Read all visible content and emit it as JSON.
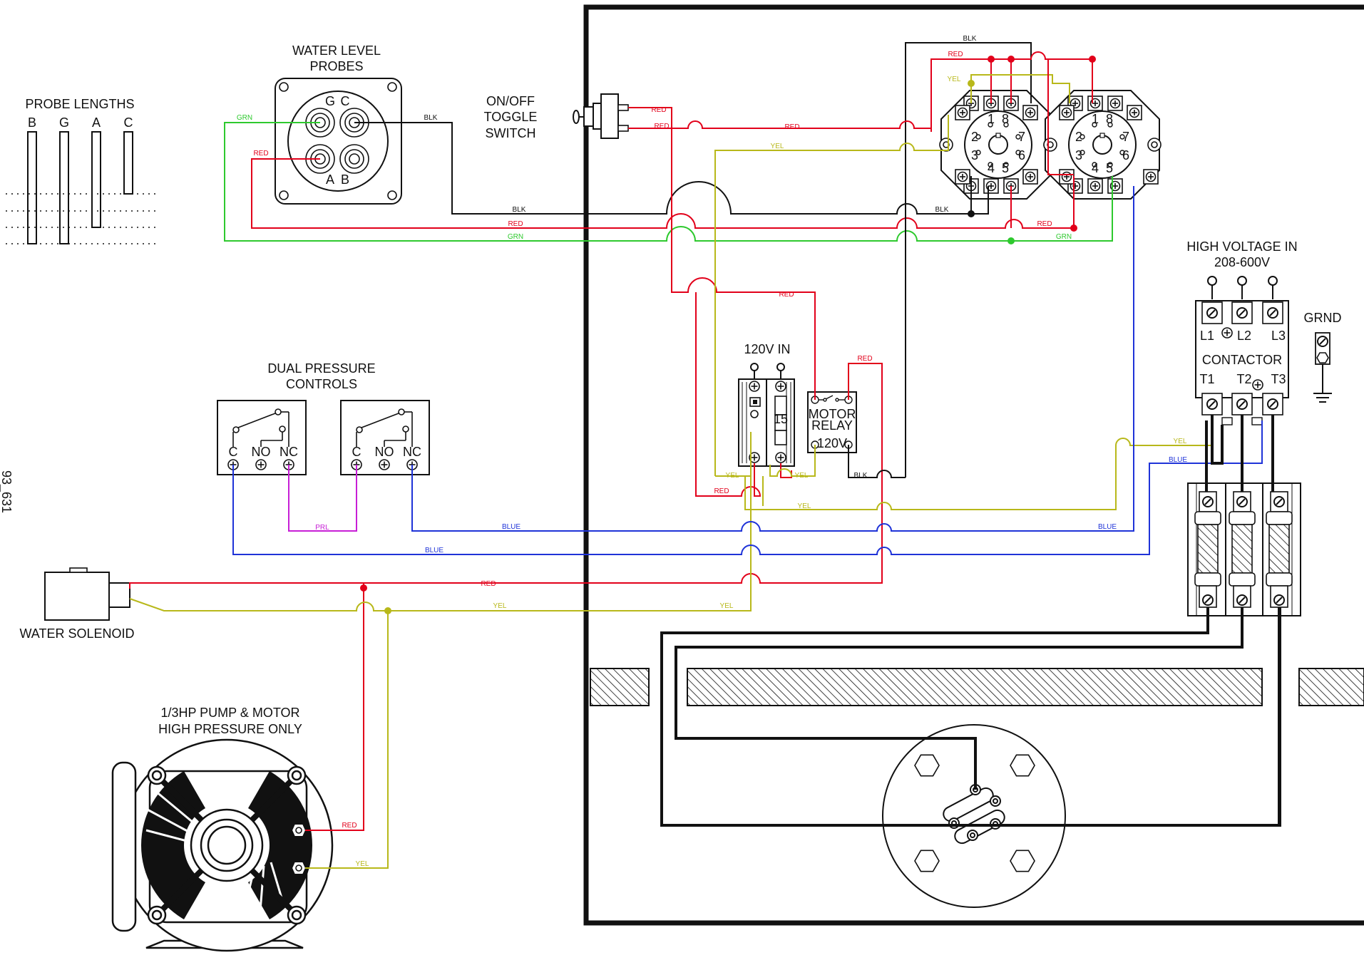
{
  "colors": {
    "red": "#e2001a",
    "green": "#2ec92e",
    "yellow": "#b8b81a",
    "blue": "#1f33d8",
    "purple": "#c71fd6",
    "black": "#111111"
  },
  "labels": {
    "probe_lengths": "PROBE LENGTHS",
    "probe_b": "B",
    "probe_g": "G",
    "probe_a": "A",
    "probe_c": "C",
    "water_level_1": "WATER LEVEL",
    "water_level_2": "PROBES",
    "toggle_1": "ON/OFF",
    "toggle_2": "TOGGLE",
    "toggle_3": "SWITCH",
    "high_voltage_1": "HIGH VOLTAGE IN",
    "high_voltage_2": "208-600V",
    "grnd": "GRND",
    "contactor": "CONTACTOR",
    "l1": "L1",
    "l2": "L2",
    "l3": "L3",
    "t1": "T1",
    "t2": "T2",
    "t3": "T3",
    "dual_pressure_1": "DUAL PRESSURE",
    "dual_pressure_2": "CONTROLS",
    "c": "C",
    "no": "NO",
    "nc": "NC",
    "v120_in": "120V IN",
    "motor_relay_1": "MOTOR",
    "motor_relay_2": "RELAY",
    "relay_120v": "120V",
    "breaker_15": "15",
    "water_solenoid": "WATER SOLENOID",
    "pump_1": "1/3HP PUMP & MOTOR",
    "pump_2": "HIGH PRESSURE ONLY",
    "side_text": "93_631"
  },
  "wire_labels": {
    "red": "RED",
    "grn": "GRN",
    "blk": "BLK",
    "yel": "YEL",
    "blue": "BLUE",
    "prl": "PRL"
  },
  "probe_labels": [
    "G",
    "C",
    "A",
    "B"
  ],
  "socket_pins": [
    "1",
    "2",
    "3",
    "4",
    "5",
    "6",
    "7",
    "8"
  ]
}
